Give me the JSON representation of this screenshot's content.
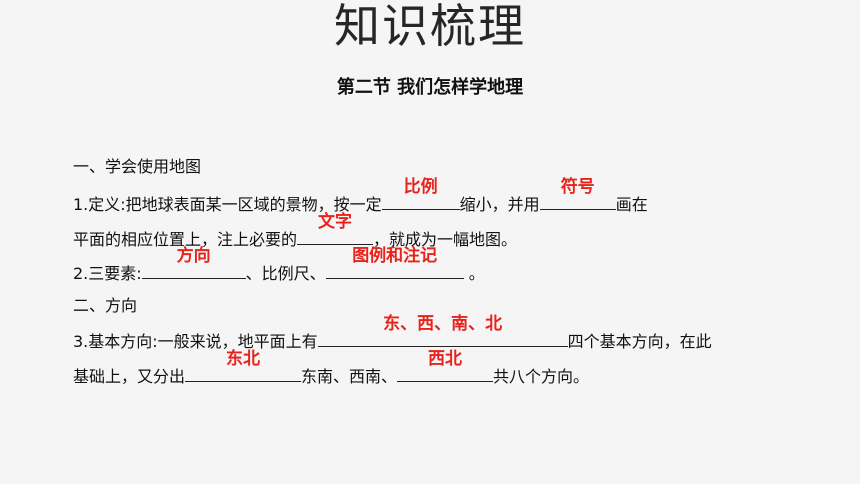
{
  "title": "知识梳理",
  "subtitle": "第二节  我们怎样学地理",
  "section1": {
    "heading": "一、学会使用地图"
  },
  "def": {
    "prefix": "1.定义:把地球表面某一区域的景物，按一定",
    "ans1": "比例",
    "mid1": "缩小，并用",
    "ans2": "符号",
    "end1": "画在",
    "line2_prefix": "平面的相应位置上，注上必要的",
    "ans3": "文字",
    "line2_end": "，就成为一幅地图。"
  },
  "elements": {
    "prefix": "2.三要素:",
    "ans1": "方向",
    "mid": "、比例尺、",
    "ans2": "图例和注记",
    "end": "。"
  },
  "section2": {
    "heading": "二、方向"
  },
  "directions": {
    "prefix": "3.基本方向:一般来说，地平面上有",
    "ans1": "东、西、南、北",
    "end1": "四个基本方向，在此",
    "line2_prefix": "基础上，又分出",
    "ans2": "东北",
    "mid2": "东南、西南、",
    "ans3": "西北",
    "end2": "共八个方向。"
  },
  "colors": {
    "answer": "#e8231c",
    "background": "#f5f5f5"
  }
}
